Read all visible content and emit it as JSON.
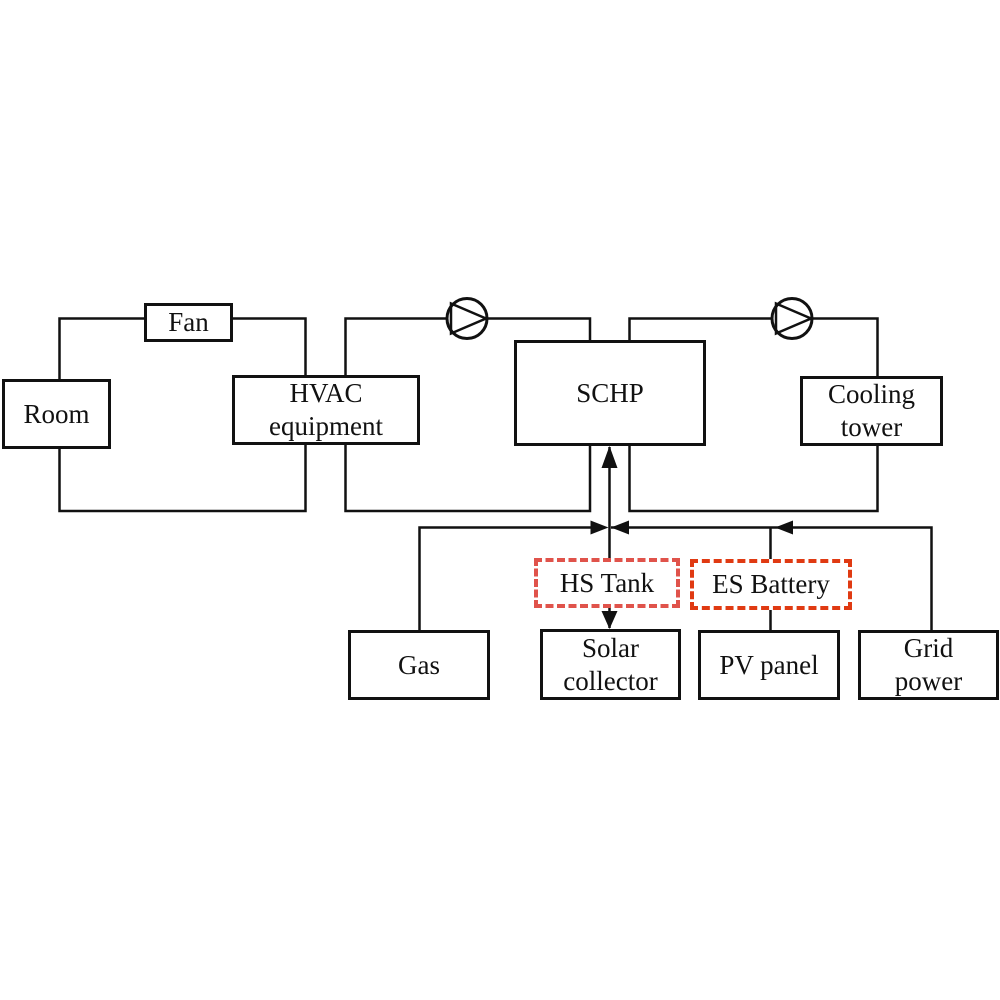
{
  "diagram": {
    "nodes": {
      "room": {
        "label": "Room"
      },
      "fan": {
        "label": "Fan"
      },
      "hvac": {
        "label": "HVAC\nequipment"
      },
      "schp": {
        "label": "SCHP"
      },
      "cooling": {
        "label": "Cooling\ntower"
      },
      "hs_tank": {
        "label": "HS Tank"
      },
      "es_battery": {
        "label": "ES Battery"
      },
      "gas": {
        "label": "Gas"
      },
      "solar": {
        "label": "Solar\ncollector"
      },
      "pv": {
        "label": "PV panel"
      },
      "grid": {
        "label": "Grid\npower"
      }
    },
    "colors": {
      "line": "#111111",
      "hs_tank_border": "#e0534b",
      "es_battery_border": "#e03a12"
    },
    "icons": {
      "pump": "circle with inscribed right-pointing triangle"
    },
    "edges": [
      {
        "from": "room",
        "to": "fan",
        "style": "plain"
      },
      {
        "from": "fan",
        "to": "hvac",
        "style": "plain"
      },
      {
        "from": "room",
        "to": "hvac",
        "style": "plain-bottom"
      },
      {
        "from": "hvac",
        "to": "schp",
        "style": "loop-with-pump"
      },
      {
        "from": "schp",
        "to": "cooling",
        "style": "loop-with-pump"
      },
      {
        "from": "schp",
        "to": "hs_tank",
        "style": "vertical, arrow up into SCHP"
      },
      {
        "from": "hs_tank",
        "to": "solar",
        "style": "vertical, arrow down into Solar collector"
      },
      {
        "from": "gas",
        "to": "schp-riser",
        "style": "bus, arrow pointing right"
      },
      {
        "from": "grid",
        "to": "schp-riser",
        "style": "bus, arrows pointing left"
      },
      {
        "from": "es_battery",
        "to": "bus",
        "style": "vertical"
      },
      {
        "from": "es_battery",
        "to": "pv",
        "style": "vertical"
      }
    ]
  }
}
